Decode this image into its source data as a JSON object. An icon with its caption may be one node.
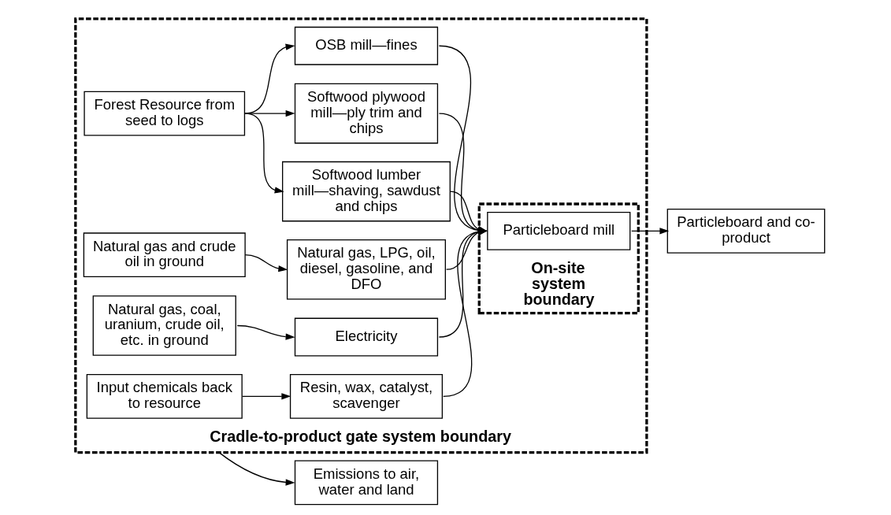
{
  "diagram": {
    "nodes": [
      {
        "text": [
          "Cradle-to-product gate system boundary"
        ]
      },
      {
        "text": [
          "Input chemicals back to resource"
        ],
        "in": 0
      },
      {
        "text": [
          "Resin, wax, catalyst, scavenger"
        ],
        "in": 0
      },
      {
        "text": [
          "Forest Resource from seed to logs"
        ],
        "in": 0
      },
      {
        "text": [
          "Softwood lumber mill—shaving, sawdust and chips"
        ],
        "in": 0
      },
      {
        "text": [
          "Softwood plywood mill—ply trim and chips"
        ],
        "in": 0
      },
      {
        "text": [
          "OSB mill—fines"
        ],
        "in": 0
      },
      {
        "text": [
          "Natural gas and crude oil in ground"
        ],
        "in": 0
      },
      {
        "text": [
          "Natural gas, LPG, oil, diesel, gasoline, and DFO"
        ],
        "in": 0
      },
      {
        "text": [
          "Natural gas, coal, uranium, crude oil, etc. in ground"
        ],
        "in": 0
      },
      {
        "text": [
          "Electricity"
        ],
        "in": 0
      },
      {
        "text": [
          "On-site system boundary"
        ],
        "in": 0
      },
      {
        "text": [
          "Particleboard mill"
        ],
        "in": 11
      },
      {
        "text": [
          "Emissions to air, water and land"
        ]
      },
      {
        "text": [
          "Particleboard and co-product"
        ]
      }
    ],
    "edges": [
      {
        "from": 1,
        "to": 2,
        "arrow": "to"
      },
      {
        "from": 3,
        "to": 4,
        "arrow": "to"
      },
      {
        "from": 3,
        "to": 5,
        "arrow": "to"
      },
      {
        "from": 3,
        "to": 6,
        "arrow": "to"
      },
      {
        "from": 7,
        "to": 8,
        "arrow": "to"
      },
      {
        "from": 9,
        "to": 10,
        "arrow": "to"
      },
      {
        "from": 2,
        "to": 12,
        "arrow": "to"
      },
      {
        "from": 4,
        "to": 12,
        "arrow": "to"
      },
      {
        "from": 5,
        "to": 12,
        "arrow": "to"
      },
      {
        "from": 6,
        "to": 12,
        "arrow": "to"
      },
      {
        "from": 8,
        "to": 12,
        "arrow": "to"
      },
      {
        "from": 10,
        "to": 12,
        "arrow": "to"
      },
      {
        "from": 0,
        "to": 13,
        "arrow": "to"
      },
      {
        "from": 12,
        "to": 14,
        "arrow": "to"
      }
    ]
  }
}
